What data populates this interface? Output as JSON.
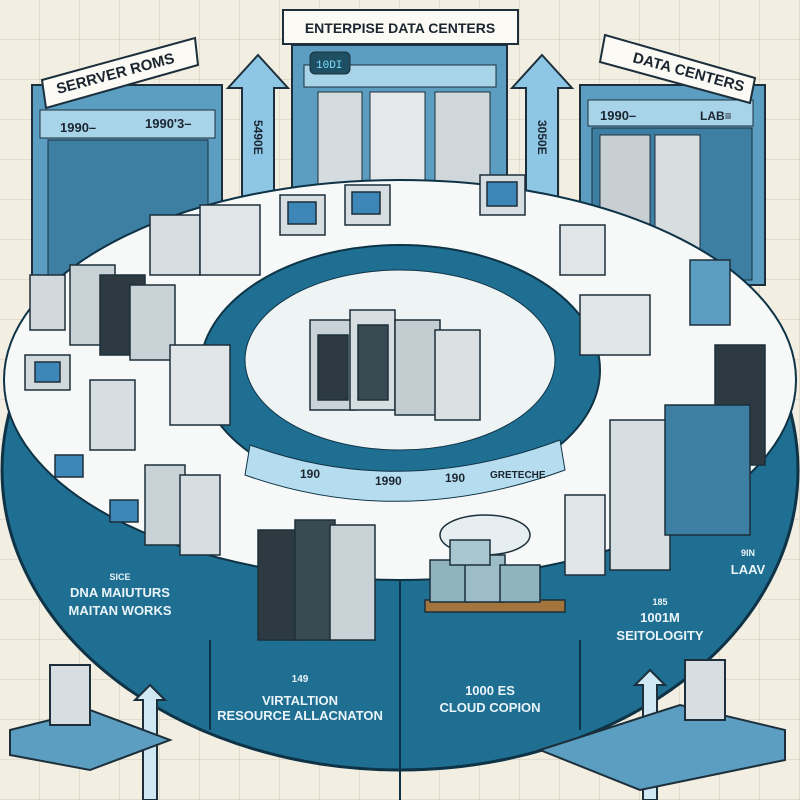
{
  "colors": {
    "background": "#f2eee2",
    "band": "#1f6f93",
    "band_dark": "#16506c",
    "floor": "#f7f9f8",
    "arrow": "#8ec7e6",
    "rack": "#c9d2d6",
    "rack_dark": "#2d3a42"
  },
  "headers": {
    "center": "ENTERPISE DATA CENTERS",
    "left": "SERRVER ROMS",
    "right": "DATA CENTERS"
  },
  "cabinet_labels": {
    "left_a": "1990–",
    "left_b": "1990'3–",
    "right_a": "1990–",
    "right_b": "LAB≡",
    "center_display": "10DI"
  },
  "arrows": {
    "left": "5490E",
    "right": "3050E"
  },
  "inner_strip": [
    "190",
    "1990",
    "190",
    "GRETECHE"
  ],
  "band_sections": [
    {
      "small": "SICE",
      "lines": [
        "DNA MAIUTURS",
        "MAITAN WORKS"
      ]
    },
    {
      "small": "149",
      "lines": [
        "VIRTALTION",
        "RESOURCE ALLACNATON"
      ]
    },
    {
      "small": "1000 ES",
      "lines": [
        "CLOUD COPION"
      ]
    },
    {
      "small": "185",
      "lines": [
        "1001M",
        "SEITOLOGITY"
      ]
    },
    {
      "small": "9IN",
      "lines": [
        "LAAV"
      ]
    }
  ]
}
